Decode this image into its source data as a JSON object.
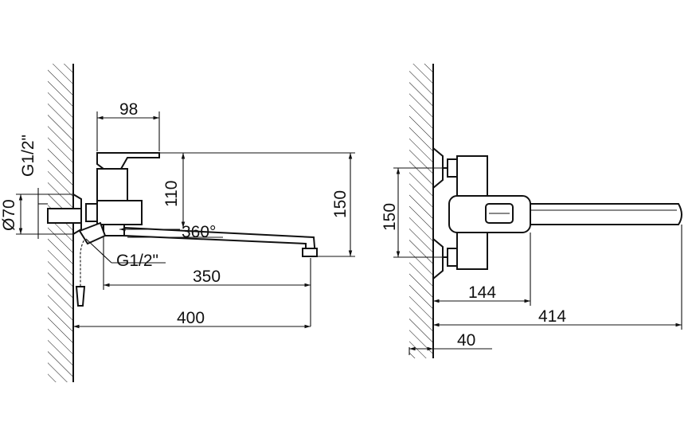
{
  "side_view": {
    "width_98": "98",
    "height_110": "110",
    "height_150": "150",
    "rotation_360": "360°",
    "thread_top": "G1/2\"",
    "diameter_70": "Ø70",
    "thread_bottom": "G1/2\"",
    "spout_350": "350",
    "total_400": "400"
  },
  "front_view": {
    "height_150": "150",
    "length_144": "144",
    "length_414": "414",
    "offset_40": "40"
  },
  "colors": {
    "line": "#111111",
    "background": "#ffffff"
  }
}
